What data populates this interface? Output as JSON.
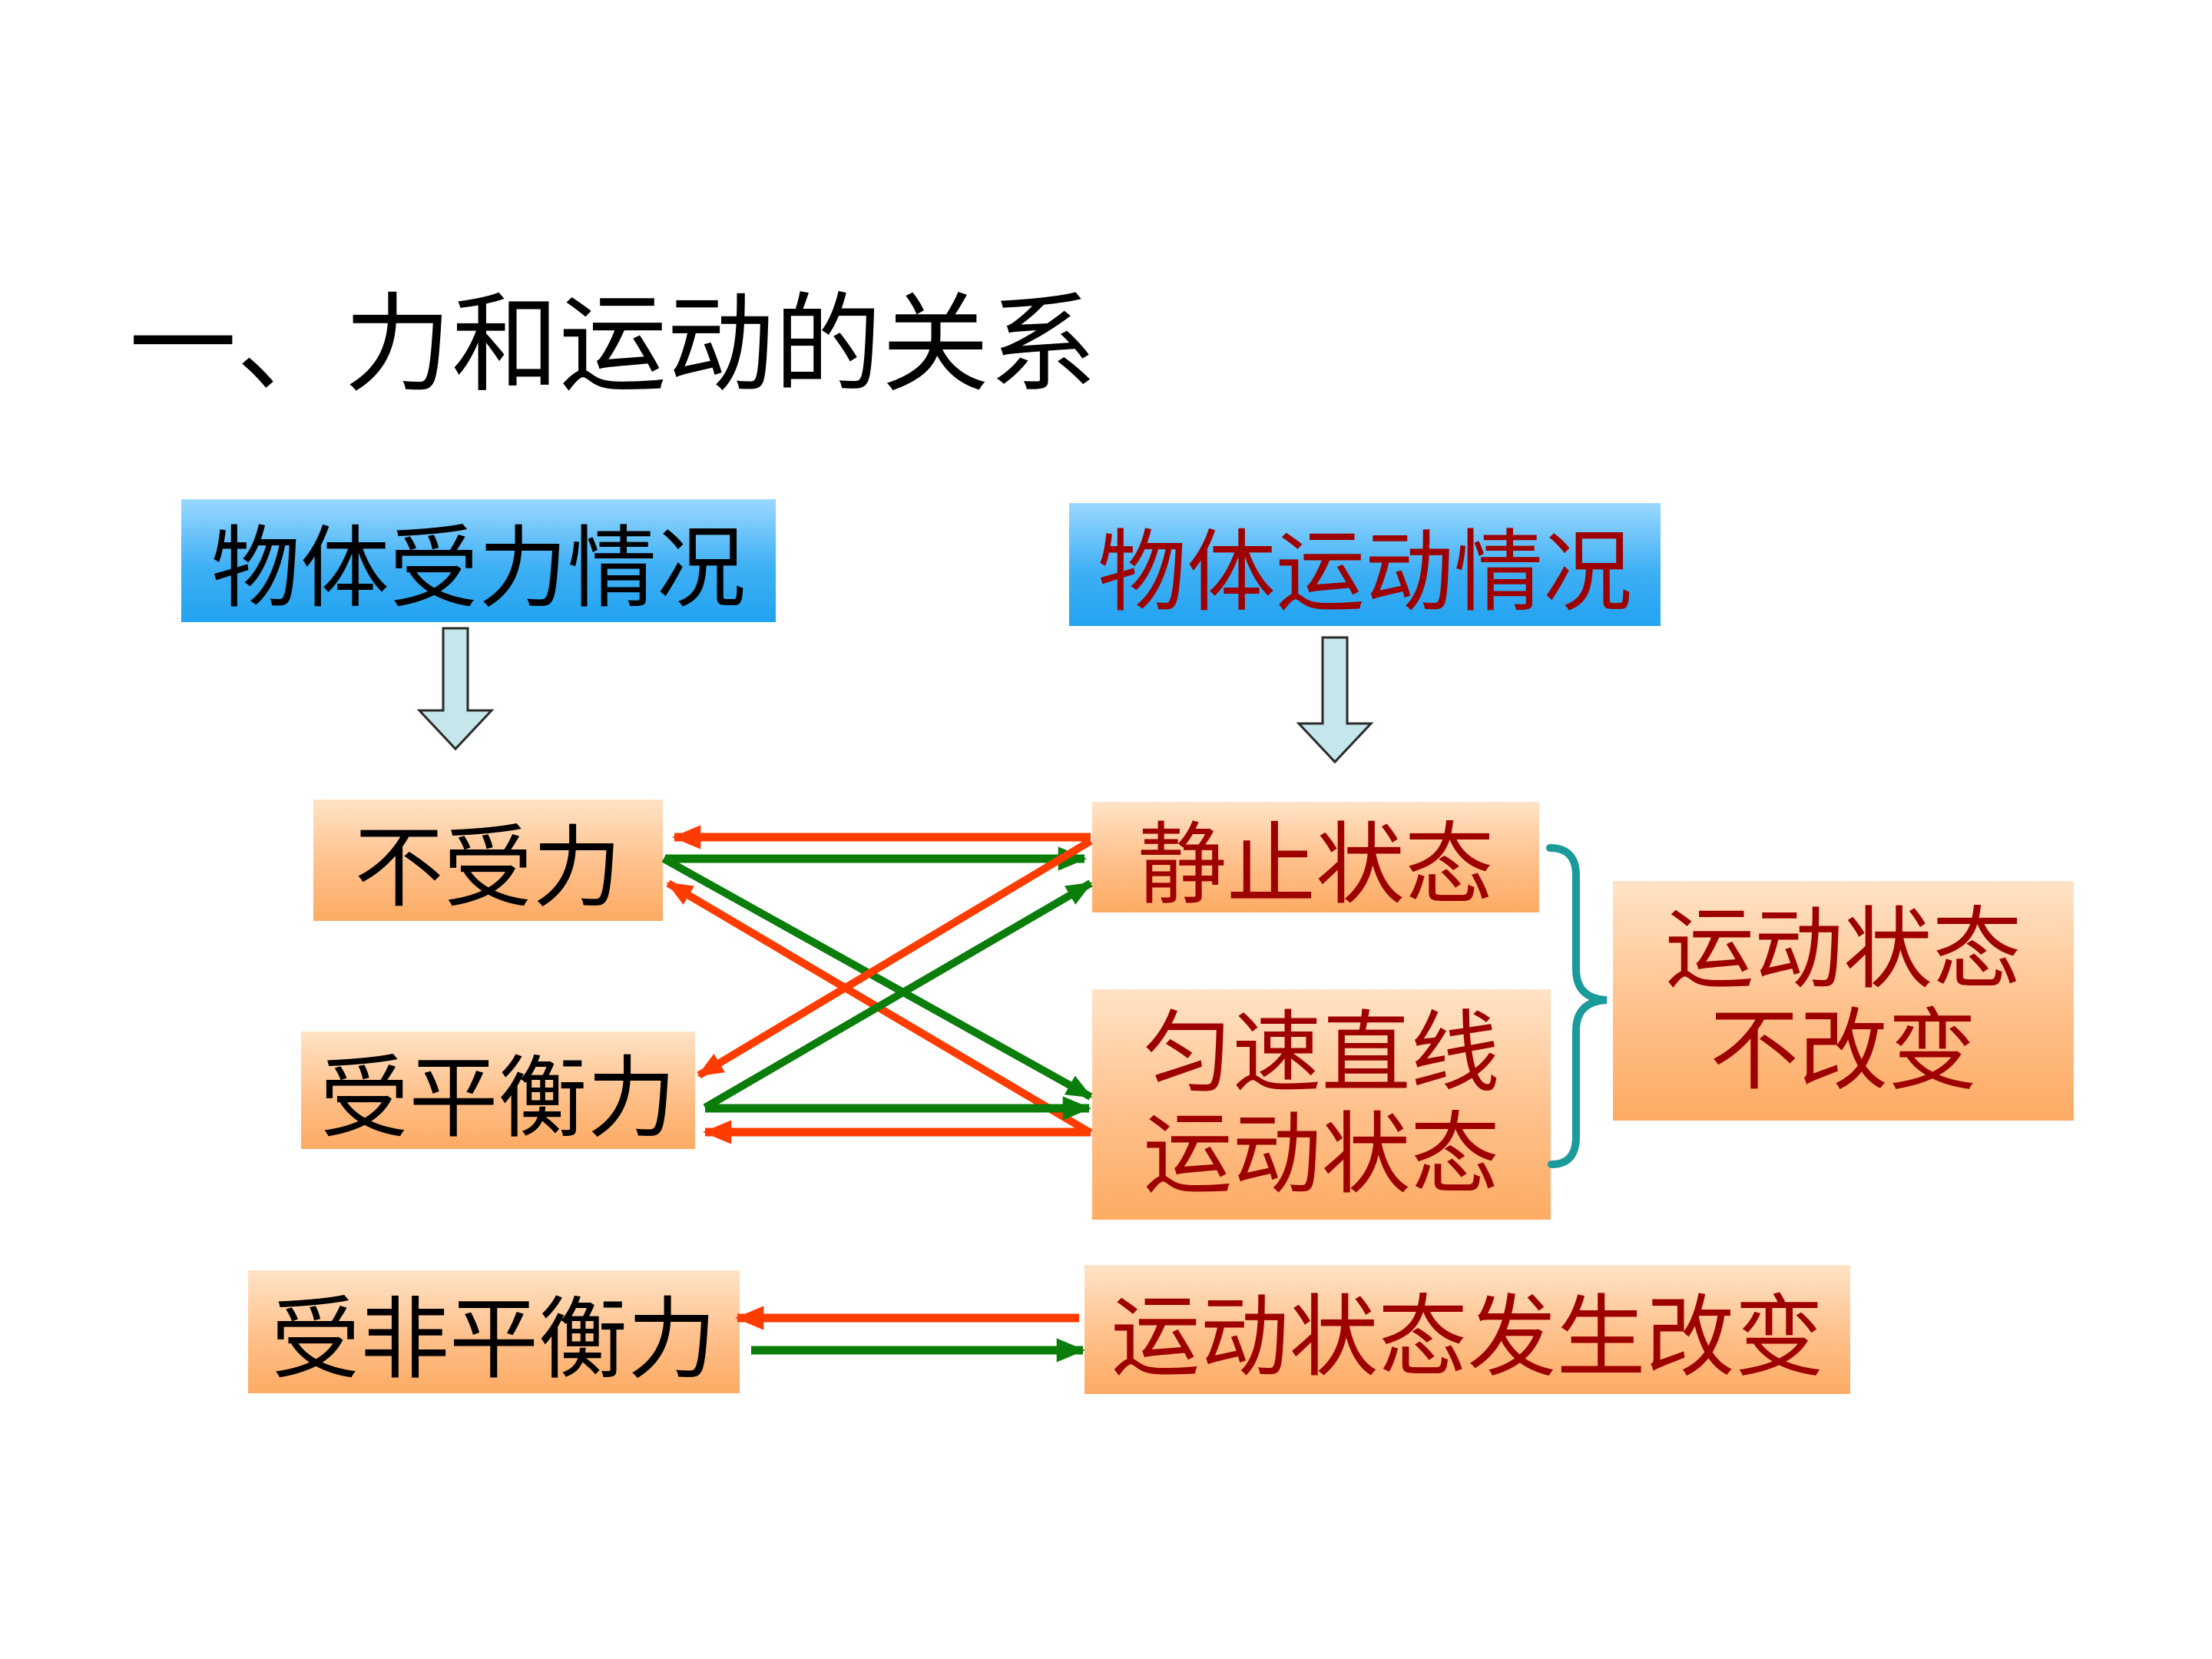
{
  "title": "一、力和运动的关系",
  "header_left": "物体受力情况",
  "header_right": "物体运动情况",
  "left_items": {
    "no_force": "不受力",
    "balanced_force": "受平衡力",
    "unbalanced_force": "受非平衡力"
  },
  "right_items": {
    "rest": "静止状态",
    "uniform_line1": "匀速直线",
    "uniform_line2": "运动状态",
    "changing": "运动状态发生改变"
  },
  "summary": {
    "line1": "运动状态",
    "line2": "不改变"
  },
  "colors": {
    "red_arrow": "#ff3c00",
    "green_arrow": "#0b7d0b",
    "brace": "#1a9a9a",
    "header_text_right": "#9e0000",
    "right_text": "#9e0000"
  }
}
